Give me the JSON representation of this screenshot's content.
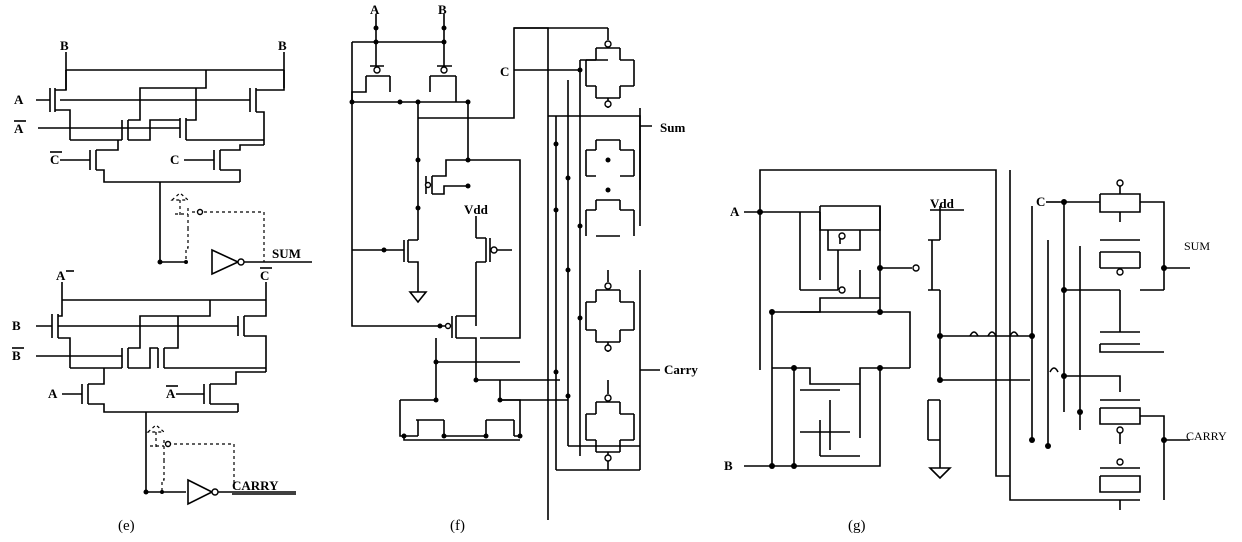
{
  "panel_e": {
    "caption": "(e)",
    "labels": {
      "b_left": "B",
      "b_right": "B",
      "a": "A",
      "a_bar": "A",
      "c_bar": "C",
      "c": "C",
      "sum": "SUM",
      "a_top": "A",
      "c_bar_top": "C",
      "b": "B",
      "b_bar": "B",
      "a2": "A",
      "a_bar2": "A",
      "carry": "CARRY"
    }
  },
  "panel_f": {
    "caption": "(f)",
    "labels": {
      "a": "A",
      "b": "B",
      "c": "C",
      "vdd": "Vdd",
      "sum": "Sum",
      "carry": "Carry"
    }
  },
  "panel_g": {
    "caption": "(g)",
    "labels": {
      "a": "A",
      "b": "B",
      "c": "C",
      "vdd": "Vdd",
      "sum": "SUM",
      "carry": "CARRY"
    }
  }
}
